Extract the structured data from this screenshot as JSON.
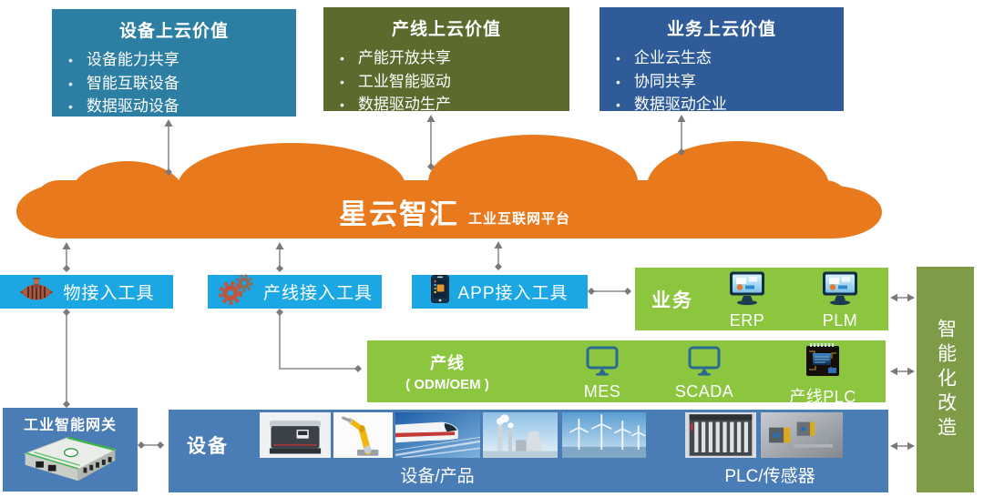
{
  "top_value_boxes": [
    {
      "title": "设备上云价值",
      "bullets": [
        "设备能力共享",
        "智能互联设备",
        "数据驱动设备"
      ]
    },
    {
      "title": "产线上云价值",
      "bullets": [
        "产能开放共享",
        "工业智能驱动",
        "数据驱动生产"
      ]
    },
    {
      "title": "业务上云价值",
      "bullets": [
        "企业云生态",
        "协同共享",
        "数据驱动企业"
      ]
    }
  ],
  "cloud": {
    "title": "星云智汇",
    "subtitle": "工业互联网平台"
  },
  "access_tools": [
    {
      "label": "物接入工具",
      "icon": "pipeline-device-icon"
    },
    {
      "label": "产线接入工具",
      "icon": "gears-icon"
    },
    {
      "label": "APP接入工具",
      "icon": "smartphone-icon"
    }
  ],
  "business_box": {
    "label": "业务",
    "apps": [
      {
        "name": "ERP",
        "icon": "monitor-icon"
      },
      {
        "name": "PLM",
        "icon": "monitor-icon"
      }
    ]
  },
  "production_line_box": {
    "label": "产线",
    "sublabel": "( ODM/OEM )",
    "apps": [
      {
        "name": "MES",
        "icon": "monitor-outline-icon"
      },
      {
        "name": "SCADA",
        "icon": "monitor-outline-icon"
      },
      {
        "name": "产线PLC",
        "icon": "plc-chip-icon"
      }
    ]
  },
  "gateway_box": {
    "label": "工业智能网关",
    "icon": "gateway-device-photo"
  },
  "device_row": {
    "label": "设备",
    "caption_products": "设备/产品",
    "caption_plc": "PLC/传感器",
    "photos": [
      "cnc-machine",
      "robot-arm",
      "high-speed-train",
      "power-plant",
      "wind-turbines",
      "plc-rack",
      "industrial-sensors"
    ]
  },
  "transformation_bar": {
    "label": "智能化改造"
  },
  "colors": {
    "cloud_orange": "#E8791D",
    "tool_bar_blue": "#1BA7E3",
    "value_box_teal": "#2C7FA2",
    "value_box_olive": "#5A6B2D",
    "value_box_blue": "#2F5C99",
    "app_box_green": "#8CC63F",
    "device_row_blue": "#4A7CB5",
    "transform_bar_olive": "#7E9C48",
    "connector_gray": "#808080"
  }
}
